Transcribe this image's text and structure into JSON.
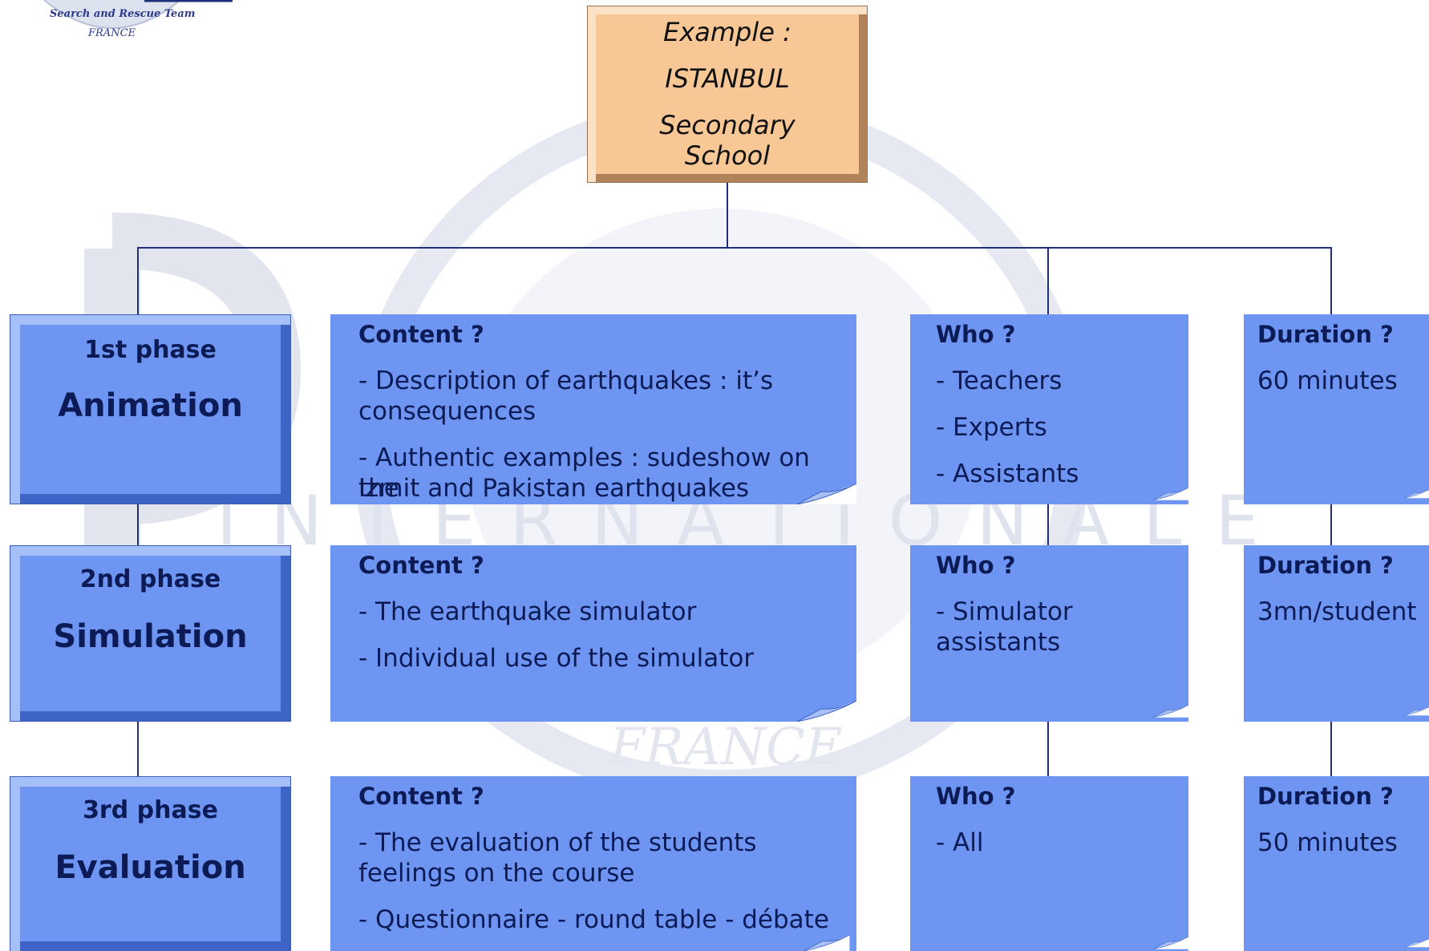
{
  "logo": {
    "line1": "Search and Rescue Team",
    "line2": "FRANCE"
  },
  "watermark": {
    "letters": [
      "I",
      "N",
      "T",
      "E",
      "R",
      "N",
      "A",
      "T",
      "I",
      "O",
      "N",
      "A",
      "L",
      "E"
    ],
    "bottom": "FRANCE"
  },
  "example": {
    "label": "Example :",
    "city": "ISTANBUL",
    "place1": "Secondary",
    "place2": "School"
  },
  "phases": [
    {
      "num": "1st phase",
      "name": "Animation",
      "content_title": "Content ?",
      "content_lines": [
        "- Description of earthquakes : it’s",
        "consequences",
        "- Authentic examples : sudeshow on the",
        "Izmit and Pakistan earthquakes"
      ],
      "who_title": "Who ?",
      "who_lines": [
        "- Teachers",
        "- Experts",
        "- Assistants"
      ],
      "duration_title": "Duration ?",
      "duration_value": "60 minutes"
    },
    {
      "num": "2nd phase",
      "name": "Simulation",
      "content_title": "Content ?",
      "content_lines": [
        "- The earthquake simulator",
        "- Individual use of the simulator"
      ],
      "who_title": "Who ?",
      "who_lines": [
        "- Simulator",
        "assistants"
      ],
      "duration_title": "Duration ?",
      "duration_value": "3mn/student"
    },
    {
      "num": "3rd phase",
      "name": "Evaluation",
      "content_title": "Content ?",
      "content_lines": [
        "- The evaluation of the students",
        "feelings on the course",
        "- Questionnaire - round table - débate"
      ],
      "who_title": "Who ?",
      "who_lines": [
        "- All"
      ],
      "duration_title": "Duration ?",
      "duration_value": "50 minutes"
    }
  ],
  "colors": {
    "box": "#6d95f1",
    "top_box": "#f7c796",
    "line": "#1f2f7a",
    "text": "#0c1b55"
  }
}
